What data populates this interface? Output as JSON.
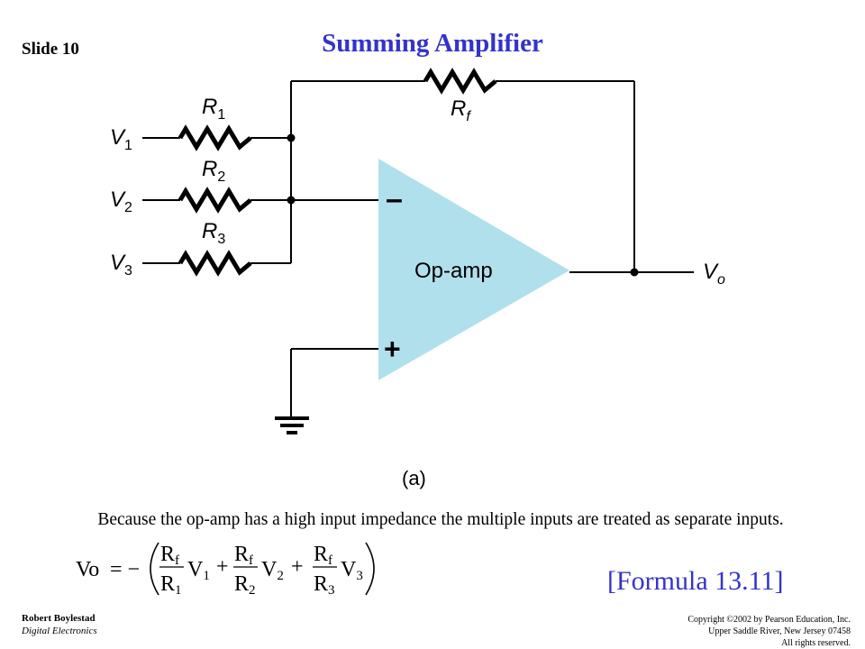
{
  "slide_label": "Slide 10",
  "title": "Summing Amplifier",
  "circuit": {
    "inputs": [
      {
        "voltage": "V",
        "voltage_sub": "1",
        "resistor": "R",
        "resistor_sub": "1"
      },
      {
        "voltage": "V",
        "voltage_sub": "2",
        "resistor": "R",
        "resistor_sub": "2"
      },
      {
        "voltage": "V",
        "voltage_sub": "3",
        "resistor": "R",
        "resistor_sub": "3"
      }
    ],
    "feedback_resistor": "R",
    "feedback_sub": "f",
    "opamp_label": "Op-amp",
    "minus_sign": "–",
    "plus_sign": "+",
    "output": "V",
    "output_sub": "o",
    "opamp_color": "#b0e0ec"
  },
  "caption": "(a)",
  "explanation": "Because the op-amp has a high input impedance the multiple inputs are treated as separate inputs.",
  "formula": {
    "lhs": "Vo",
    "eq": "= −",
    "terms": [
      {
        "num": "R",
        "num_sub": "f",
        "den": "R",
        "den_sub": "1",
        "var": "V",
        "var_sub": "1",
        "op": "+"
      },
      {
        "num": "R",
        "num_sub": "f",
        "den": "R",
        "den_sub": "2",
        "var": "V",
        "var_sub": "2",
        "op": "+"
      },
      {
        "num": "R",
        "num_sub": "f",
        "den": "R",
        "den_sub": "3",
        "var": "V",
        "var_sub": "3",
        "op": ""
      }
    ]
  },
  "formula_ref": "[Formula 13.11]",
  "footer": {
    "author": "Robert Boylestad",
    "book": "Digital Electronics",
    "copyright_lines": [
      "Copyright ©2002 by Pearson Education, Inc.",
      "Upper Saddle River, New Jersey 07458",
      "All rights reserved."
    ]
  }
}
